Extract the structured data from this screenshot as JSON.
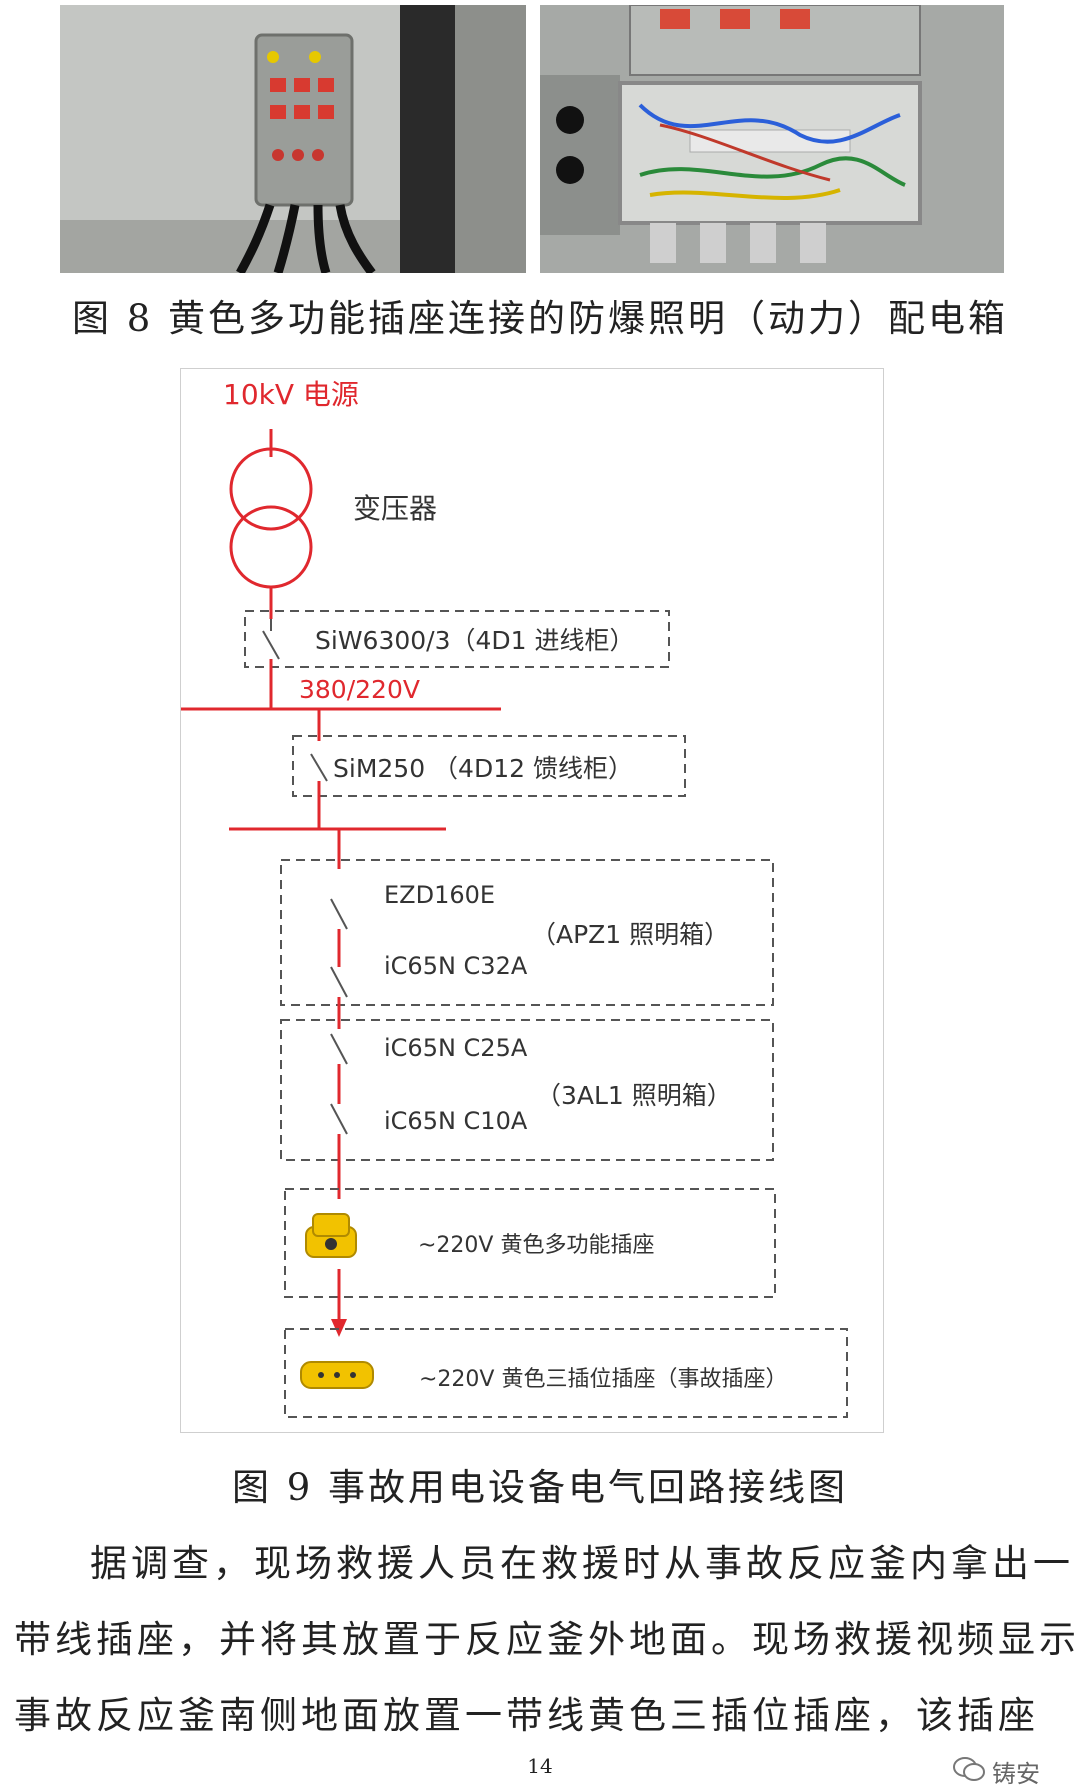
{
  "figure8": {
    "caption": "图 8  黄色多功能插座连接的防爆照明（动力）配电箱"
  },
  "figure9": {
    "caption": "图 9  事故用电设备电气回路接线图",
    "power_source": "10kV 电源",
    "transformer": "变压器",
    "incoming": "SiW6300/3（4D1 进线柜）",
    "bus_voltage": "380/220V",
    "feeder": "SiM250 （4D12 馈线柜）",
    "apz1": {
      "line1": "EZD160E",
      "line2": "iC65N C32A",
      "name": "（APZ1 照明箱）"
    },
    "al1": {
      "line1": "iC65N C25A",
      "line2": "iC65N C10A",
      "name": "（3AL1 照明箱）"
    },
    "socket1": "~220V  黄色多功能插座",
    "socket2": "~220V 黄色三插位插座（事故插座）"
  },
  "body": {
    "lines": [
      "据调查，现场救援人员在救援时从事故反应釜内拿出一",
      "带线插座，并将其放置于反应釜外地面。现场救援视频显示，",
      "事故反应釜南侧地面放置一带线黄色三插位插座，该插座"
    ]
  },
  "page_number": "14",
  "watermark": "铸安",
  "colors": {
    "accent_red": "#e0282e",
    "socket_yellow": "#f2c200"
  }
}
